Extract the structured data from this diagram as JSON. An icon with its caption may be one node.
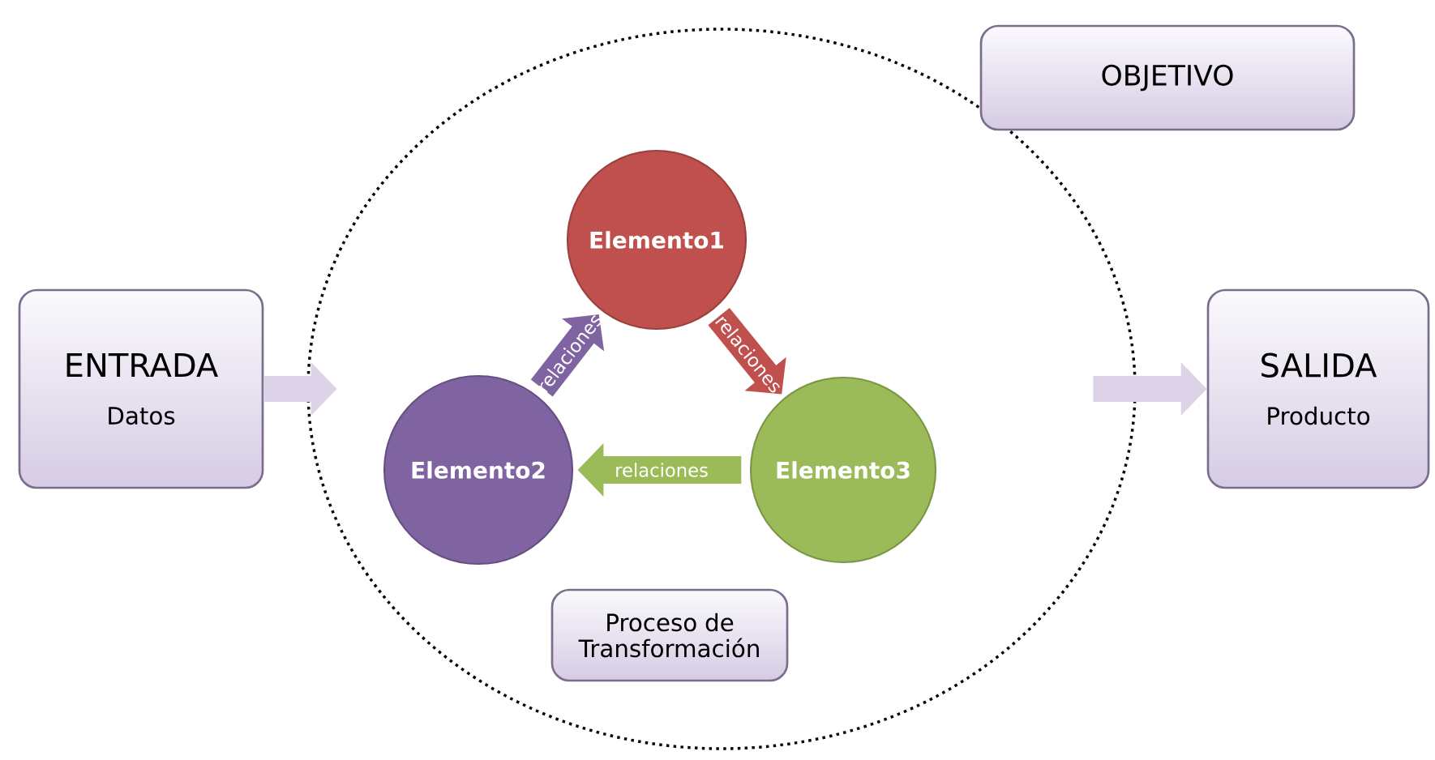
{
  "diagram": {
    "nodes": [
      {
        "text": [
          "ENTRADA",
          "Datos"
        ]
      },
      {
        "text": [],
        "shape": "circle"
      },
      {
        "text": [
          "Elemento1"
        ],
        "in": 1
      },
      {
        "text": [
          "Elemento2"
        ],
        "in": 1
      },
      {
        "text": [
          "Elemento3"
        ],
        "in": 1
      },
      {
        "text": [
          "Proceso de Transformación"
        ],
        "in": 1
      },
      {
        "text": [
          "OBJETIVO"
        ]
      },
      {
        "text": [
          "SALIDA",
          "Producto"
        ]
      }
    ],
    "edges": [
      {
        "from": 0,
        "to": 1,
        "arrow": "to"
      },
      {
        "from": 1,
        "to": 7,
        "arrow": "to"
      },
      {
        "from": 3,
        "to": 2,
        "arrow": "to",
        "label": "relaciones",
        "color": "#8064a2"
      },
      {
        "from": 2,
        "to": 4,
        "arrow": "to",
        "label": "relaciones",
        "color": "#c0504d"
      },
      {
        "from": 4,
        "to": 3,
        "arrow": "to",
        "label": "relaciones",
        "color": "#9bbb59"
      }
    ]
  }
}
